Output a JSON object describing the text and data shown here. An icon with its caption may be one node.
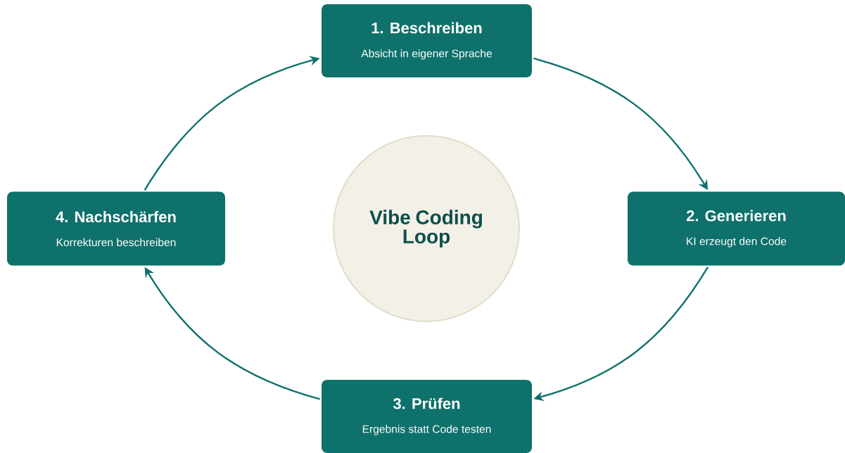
{
  "diagram": {
    "nodes": [
      {
        "text": [
          "1. Beschreiben",
          "Absicht in eigener Sprache"
        ]
      },
      {
        "text": [
          "2. Generieren",
          "KI erzeugt den Code"
        ]
      },
      {
        "text": [
          "3. Prüfen",
          "Ergebnis statt Code testen"
        ]
      },
      {
        "text": [
          "4. Nachschärfen",
          "Korrekturen beschreiben"
        ]
      },
      {
        "text": [
          "Vibe Coding Loop"
        ]
      }
    ],
    "edges": [
      {
        "from": 0,
        "to": 1,
        "arrow": "to"
      },
      {
        "from": 1,
        "to": 2,
        "arrow": "to"
      },
      {
        "from": 2,
        "to": 3,
        "arrow": "to"
      },
      {
        "from": 3,
        "to": 0,
        "arrow": "to"
      }
    ]
  }
}
